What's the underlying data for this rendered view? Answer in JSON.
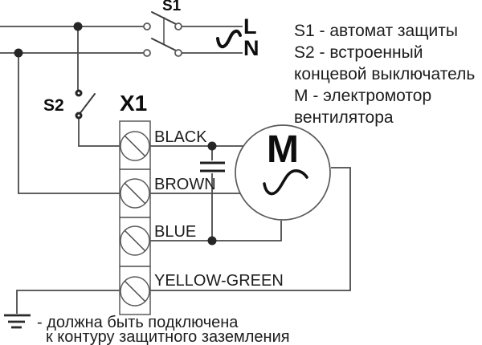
{
  "colors": {
    "background": "#ffffff",
    "wire": "#4a4a4a",
    "text": "#1d1d1d"
  },
  "power": {
    "line_label": "L",
    "neutral_label": "N",
    "ac_symbol": "sine-wave"
  },
  "components": {
    "s1_label": "S1",
    "s2_label": "S2",
    "terminal_block_label": "X1",
    "motor_label": "M",
    "capacitor": "capacitor-symbol",
    "ground": "earth-ground-symbol"
  },
  "terminals": [
    "BLACK",
    "BROWN",
    "BLUE",
    "YELLOW-GREEN"
  ],
  "legend": {
    "lines": [
      "S1 - автомат защиты",
      "S2 - встроенный",
      "концевой выключатель",
      "М - электромотор",
      "вентилятора"
    ]
  },
  "ground_note": {
    "lines": [
      "- должна быть подключена",
      "к контуру защитного заземления"
    ]
  }
}
